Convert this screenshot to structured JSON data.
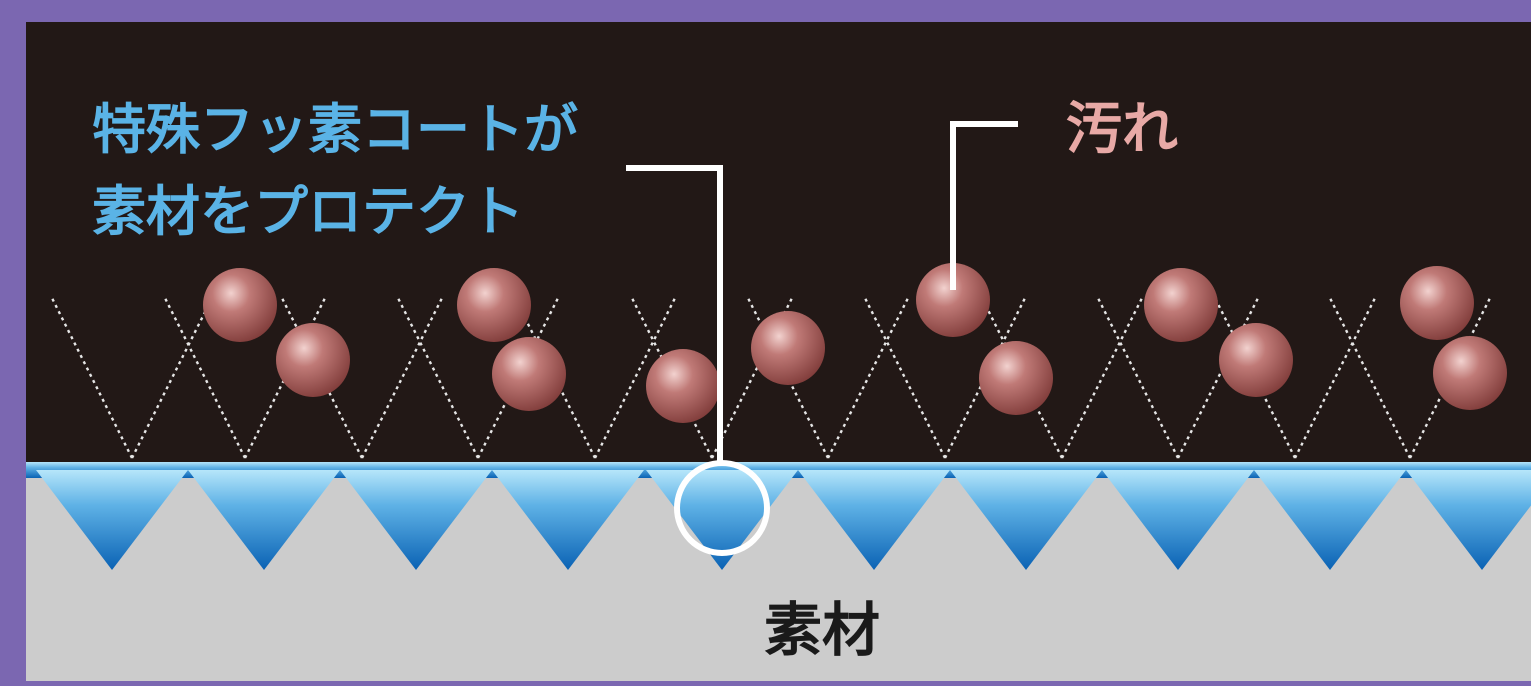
{
  "labels": {
    "coating_line1": "特殊フッ素コートが",
    "coating_line2": "素材をプロテクト",
    "dirt": "汚れ",
    "material": "素材"
  },
  "colors": {
    "frame": "#7b67b1",
    "panel_background": "#221816",
    "coating_label": "#5ab3e6",
    "dirt_label": "#e8a9a6",
    "material_label": "#1a1a1a",
    "material_fill": "#cccccc",
    "coating_top": "#9fdcf6",
    "coating_bottom": "#0a62b4",
    "particle": "#a85a58",
    "pointer_line": "#ffffff"
  }
}
